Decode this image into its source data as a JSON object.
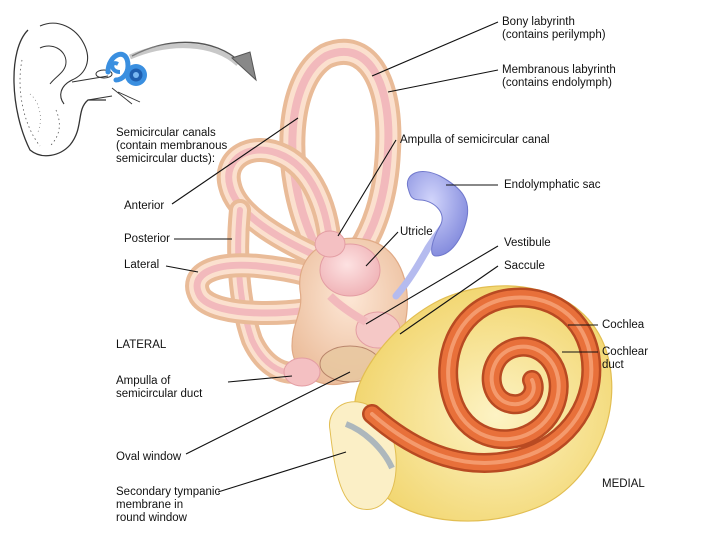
{
  "labels": {
    "bony_labyrinth": "Bony labyrinth\n(contains perilymph)",
    "membranous_labyrinth": "Membranous labyrinth\n(contains endolymph)",
    "semicircular_canals": "Semicircular canals\n(contain membranous\nsemicircular ducts):",
    "anterior": "Anterior",
    "posterior": "Posterior",
    "lateral": "Lateral",
    "lateral_orientation": "LATERAL",
    "ampulla_of_semicircular_duct": "Ampulla of\nsemicircular duct",
    "oval_window": "Oval window",
    "secondary_tympanic_membrane": "Secondary tympanic\nmembrane in\nround window",
    "ampulla_of_semicircular_canal": "Ampulla of semicircular canal",
    "endolymphatic_sac": "Endolymphatic sac",
    "utricle": "Utricle",
    "vestibule": "Vestibule",
    "saccule": "Saccule",
    "cochlea": "Cochlea",
    "cochlear_duct": "Cochlear\nduct",
    "medial_orientation": "MEDIAL"
  },
  "colors": {
    "bony_labyrinth": "#f0c8a8",
    "membranous_canal": "#f6c2c2",
    "endolymphatic_sac": "#9aa2e6",
    "cochlea_bone": "#f6e08a",
    "cochlear_duct": "#e8703a",
    "inset_labyrinth": "#3a8fe0"
  }
}
